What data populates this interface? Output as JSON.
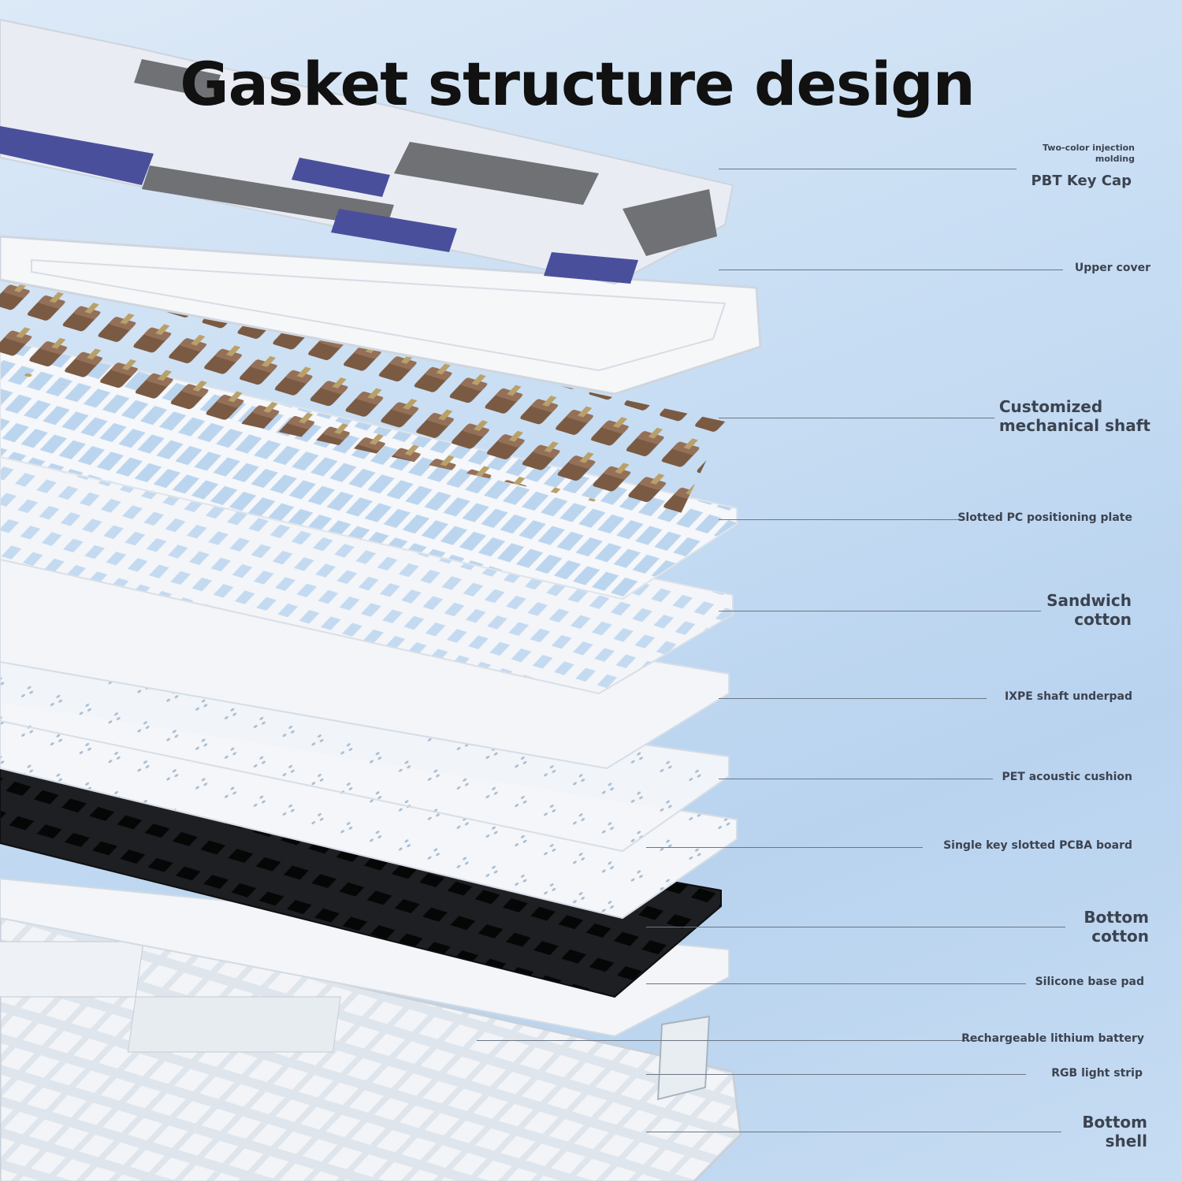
{
  "title": "Gasket structure design",
  "layers": [
    {
      "key": "keycap",
      "sublabel": "Two-color injection molding",
      "sub1": "Two-color injection",
      "sub2": "molding",
      "label": "PBT Key Cap"
    },
    {
      "key": "upper_cover",
      "label": "Upper cover"
    },
    {
      "key": "shaft",
      "line1": "Customized",
      "line2": "mechanical shaft"
    },
    {
      "key": "pc_plate",
      "label": "Slotted PC positioning plate"
    },
    {
      "key": "sandwich",
      "line1": "Sandwich",
      "line2": "cotton"
    },
    {
      "key": "ixpe",
      "label": "IXPE shaft underpad"
    },
    {
      "key": "pet",
      "label": "PET acoustic cushion"
    },
    {
      "key": "pcba",
      "label": "Single key slotted PCBA board"
    },
    {
      "key": "bottom_cotton",
      "line1": "Bottom",
      "line2": "cotton"
    },
    {
      "key": "silicone",
      "label": "Silicone base pad"
    },
    {
      "key": "battery",
      "label": "Rechargeable lithium battery"
    },
    {
      "key": "rgb",
      "label": "RGB light strip"
    },
    {
      "key": "bottom_shell",
      "line1": "Bottom",
      "line2": "shell"
    }
  ],
  "colors": {
    "background": "#c7ddf3",
    "keycap_white": "#eef1f6",
    "keycap_gray": "#6f7175",
    "keycap_purple": "#4a4f9c",
    "switch_brown": "#7a5a42",
    "switch_stem": "#b9a06a",
    "plate_white": "#f4f6f9",
    "pcb_black": "#1d1f22",
    "text": "#3c4350"
  }
}
